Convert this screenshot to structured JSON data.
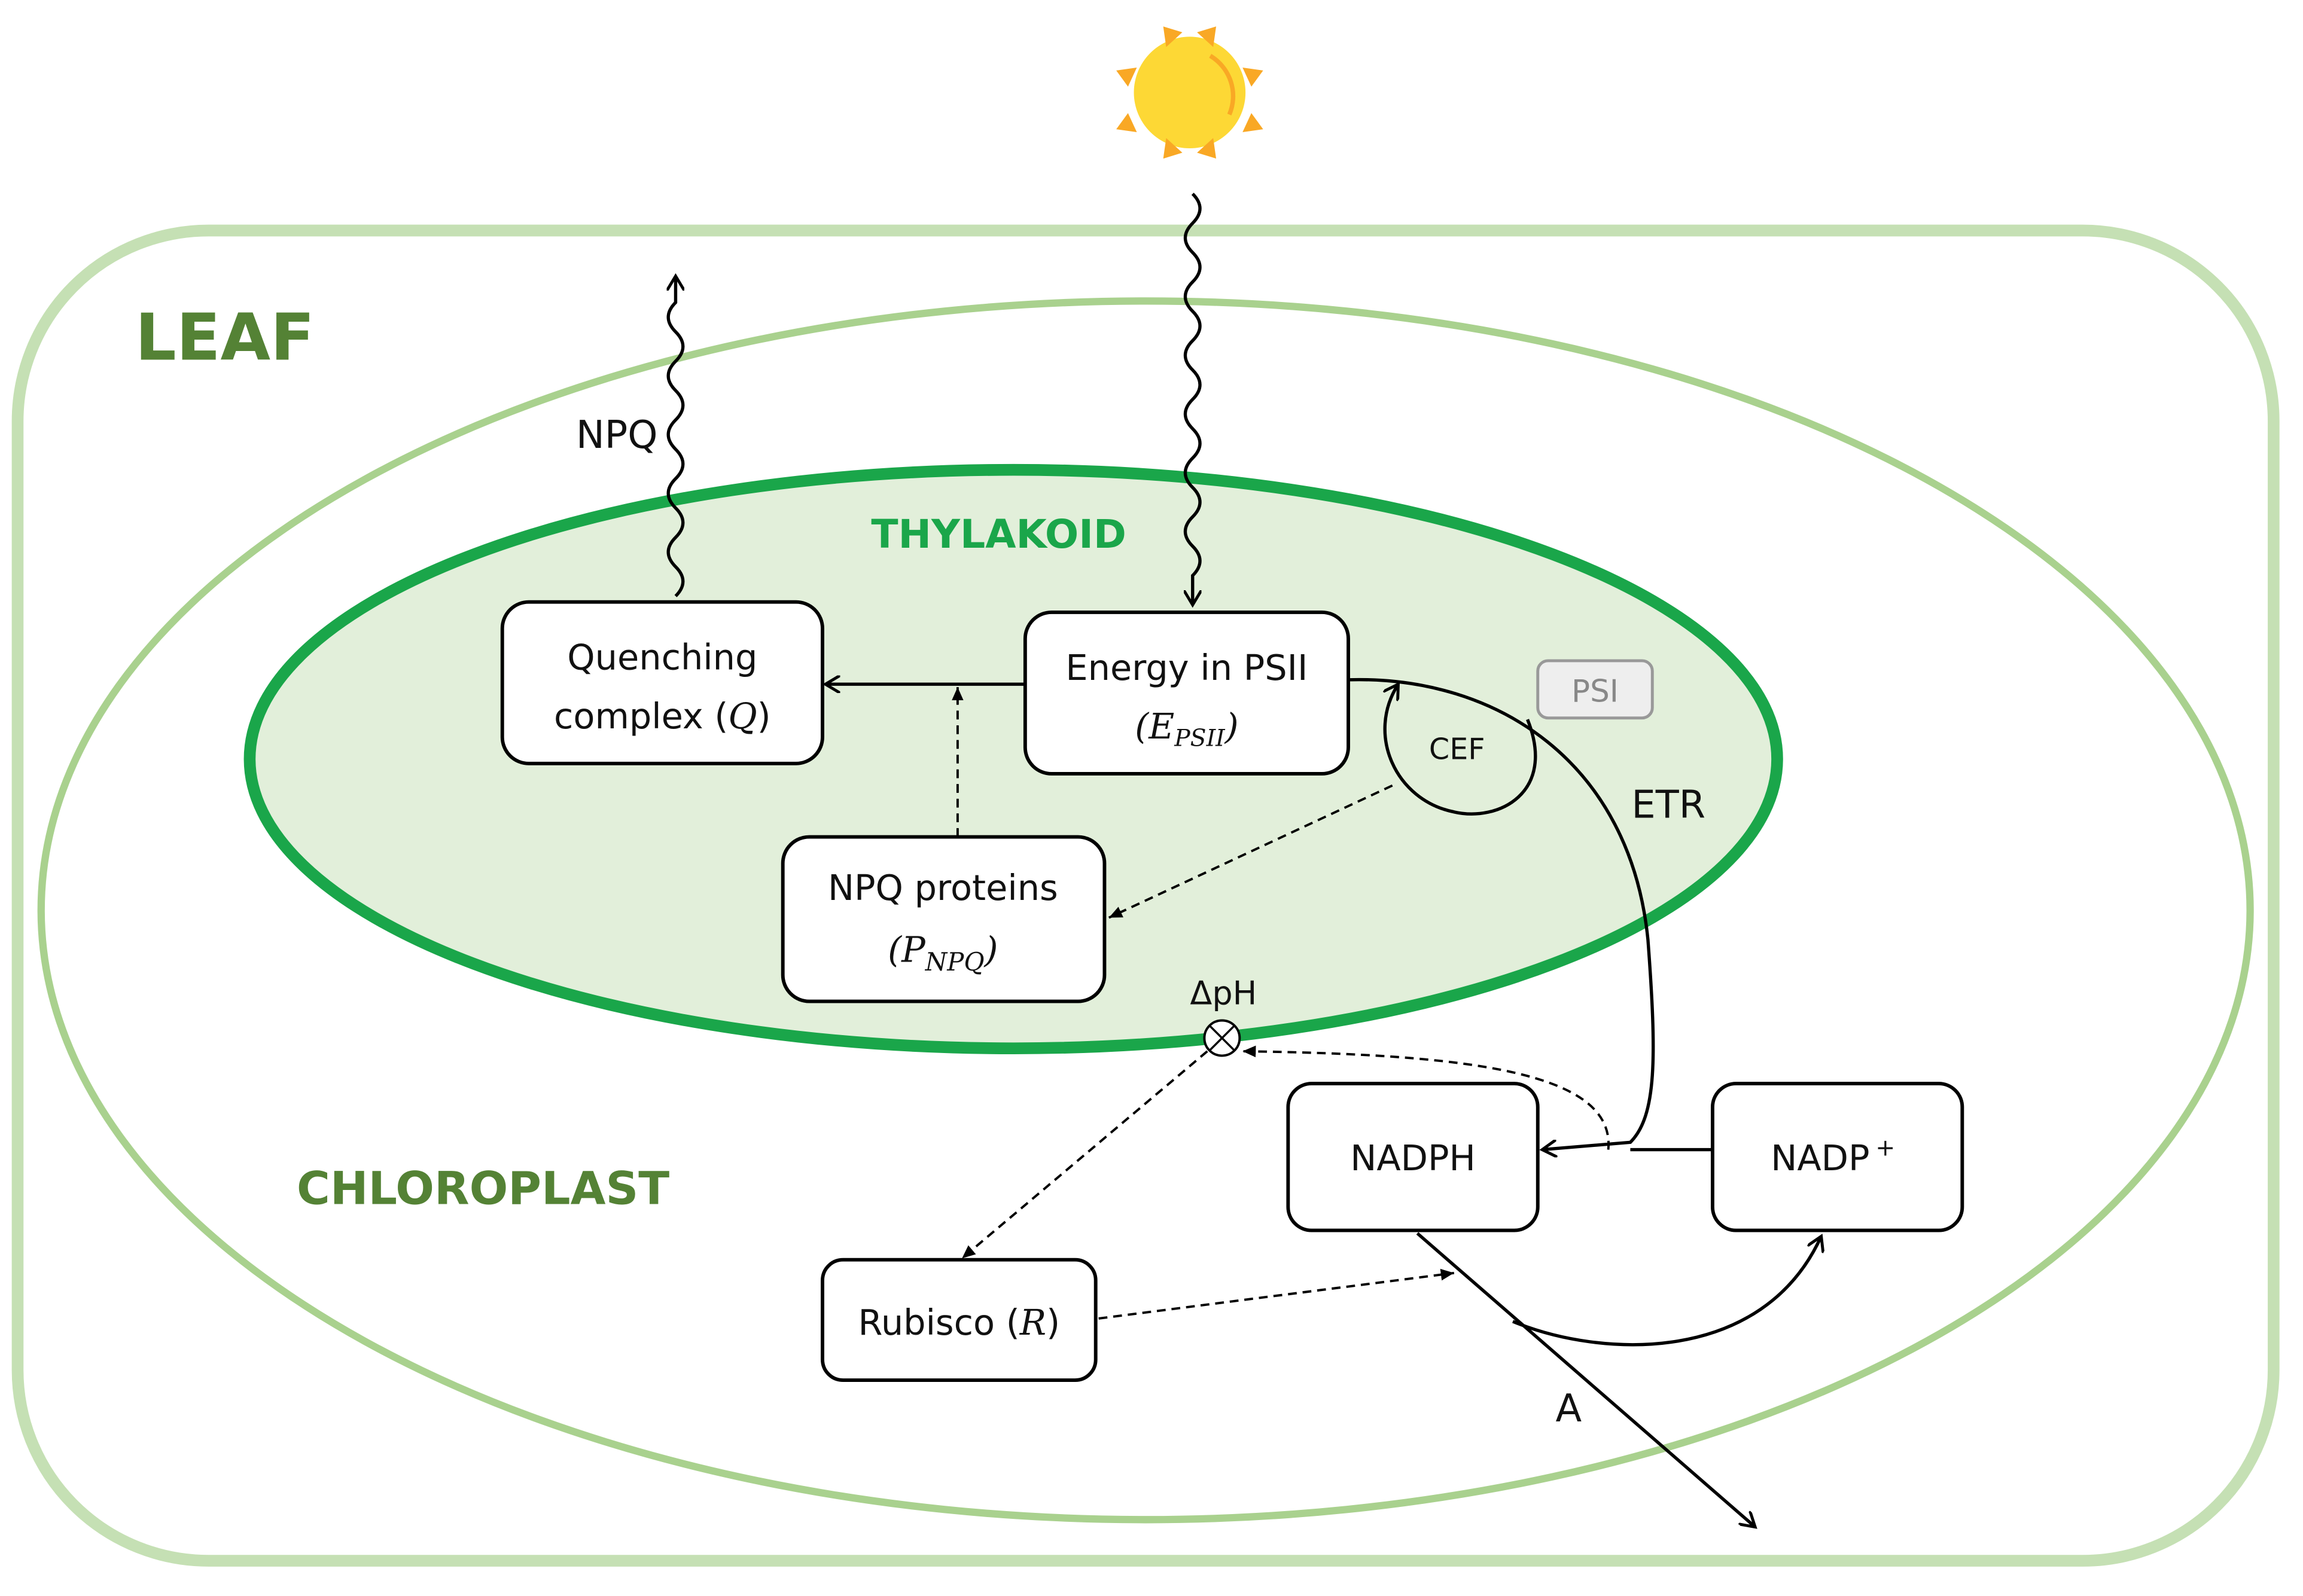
{
  "regions": {
    "leaf": "LEAF",
    "chloroplast": "CHLOROPLAST",
    "thylakoid": "THYLAKOID"
  },
  "nodes": {
    "quenching": {
      "line1": "Quenching",
      "line2": "complex (",
      "symbol": "Q",
      "close": ")"
    },
    "energy": {
      "line1": "Energy in PSII",
      "symbol": "E",
      "sub": "PSII"
    },
    "npq_proteins": {
      "line1": "NPQ proteins",
      "symbol": "P",
      "sub": "NPQ"
    },
    "nadph": "NADPH",
    "nadp": "NADP",
    "nadp_sup": "+",
    "rubisco": {
      "label": "Rubisco (",
      "symbol": "R",
      "close": ")"
    },
    "psi": "PSI"
  },
  "edge_labels": {
    "npq": "NPQ",
    "cef": "CEF",
    "etr": "ETR",
    "dph": "ΔpH",
    "a": "A"
  },
  "colors": {
    "leaf": "#c5e0b4",
    "chloroplast": "#a9d18e",
    "thylakoid_stroke": "#1aa64a",
    "thylakoid_fill": "#e2efda",
    "dark_green": "#548235",
    "sun": "#fdd835",
    "rays": "#f9a825"
  }
}
